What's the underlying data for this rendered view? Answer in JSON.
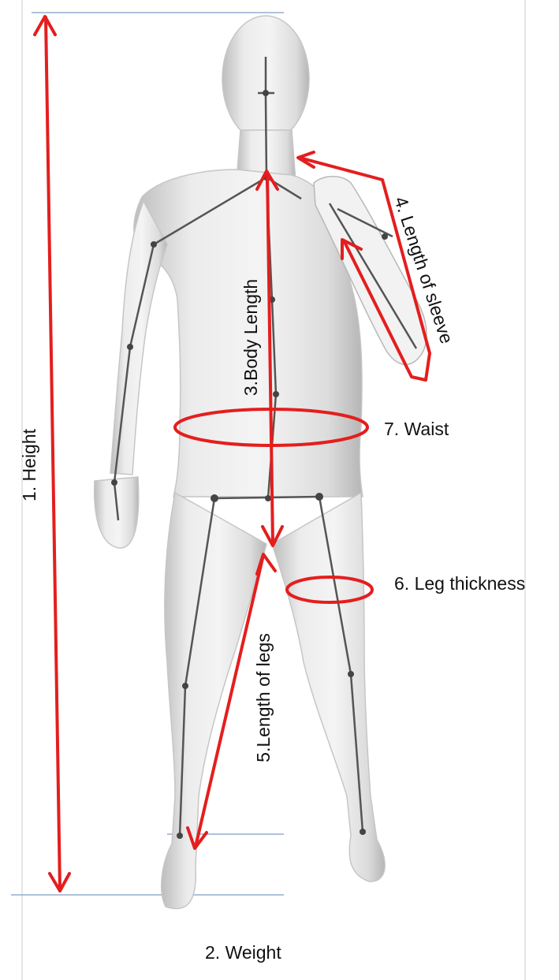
{
  "labels": {
    "height": "1. Height",
    "weight": "2. Weight",
    "body_length": "3.Body Length",
    "sleeve_length": "4. Length of sleeve",
    "leg_length": "5.Length of legs",
    "leg_thickness": "6. Leg thickness",
    "waist": "7. Waist"
  },
  "colors": {
    "measure": "#e41e1e",
    "guide": "#7c9cc4",
    "body_fill": "#e4e4e4",
    "body_shadow": "#c6c6c6",
    "skeleton": "#555555",
    "frame": "#d8d8d8",
    "label": "#111111"
  },
  "icons": {
    "figure": "mannequin-figure",
    "skeleton": "skeleton-overlay"
  }
}
